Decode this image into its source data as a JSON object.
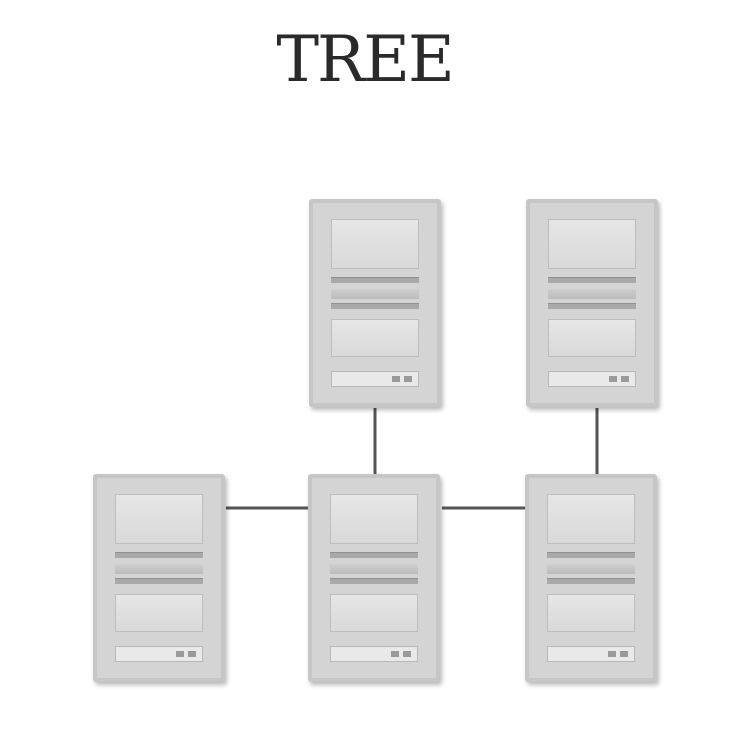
{
  "title": "TREE",
  "colors": {
    "link": "#555555",
    "server_body": "#d4d4d4",
    "server_border": "#c6c6c6"
  },
  "nodes": [
    {
      "id": "server-top-center",
      "icon": "server-icon"
    },
    {
      "id": "server-top-right",
      "icon": "server-icon"
    },
    {
      "id": "server-bottom-left",
      "icon": "server-icon"
    },
    {
      "id": "server-bottom-center",
      "icon": "server-icon"
    },
    {
      "id": "server-bottom-right",
      "icon": "server-icon"
    }
  ],
  "edges": [
    {
      "from": "server-top-center",
      "to": "server-bottom-center"
    },
    {
      "from": "server-top-right",
      "to": "server-bottom-right"
    },
    {
      "from": "server-bottom-left",
      "to": "server-bottom-center"
    },
    {
      "from": "server-bottom-center",
      "to": "server-bottom-right"
    }
  ]
}
